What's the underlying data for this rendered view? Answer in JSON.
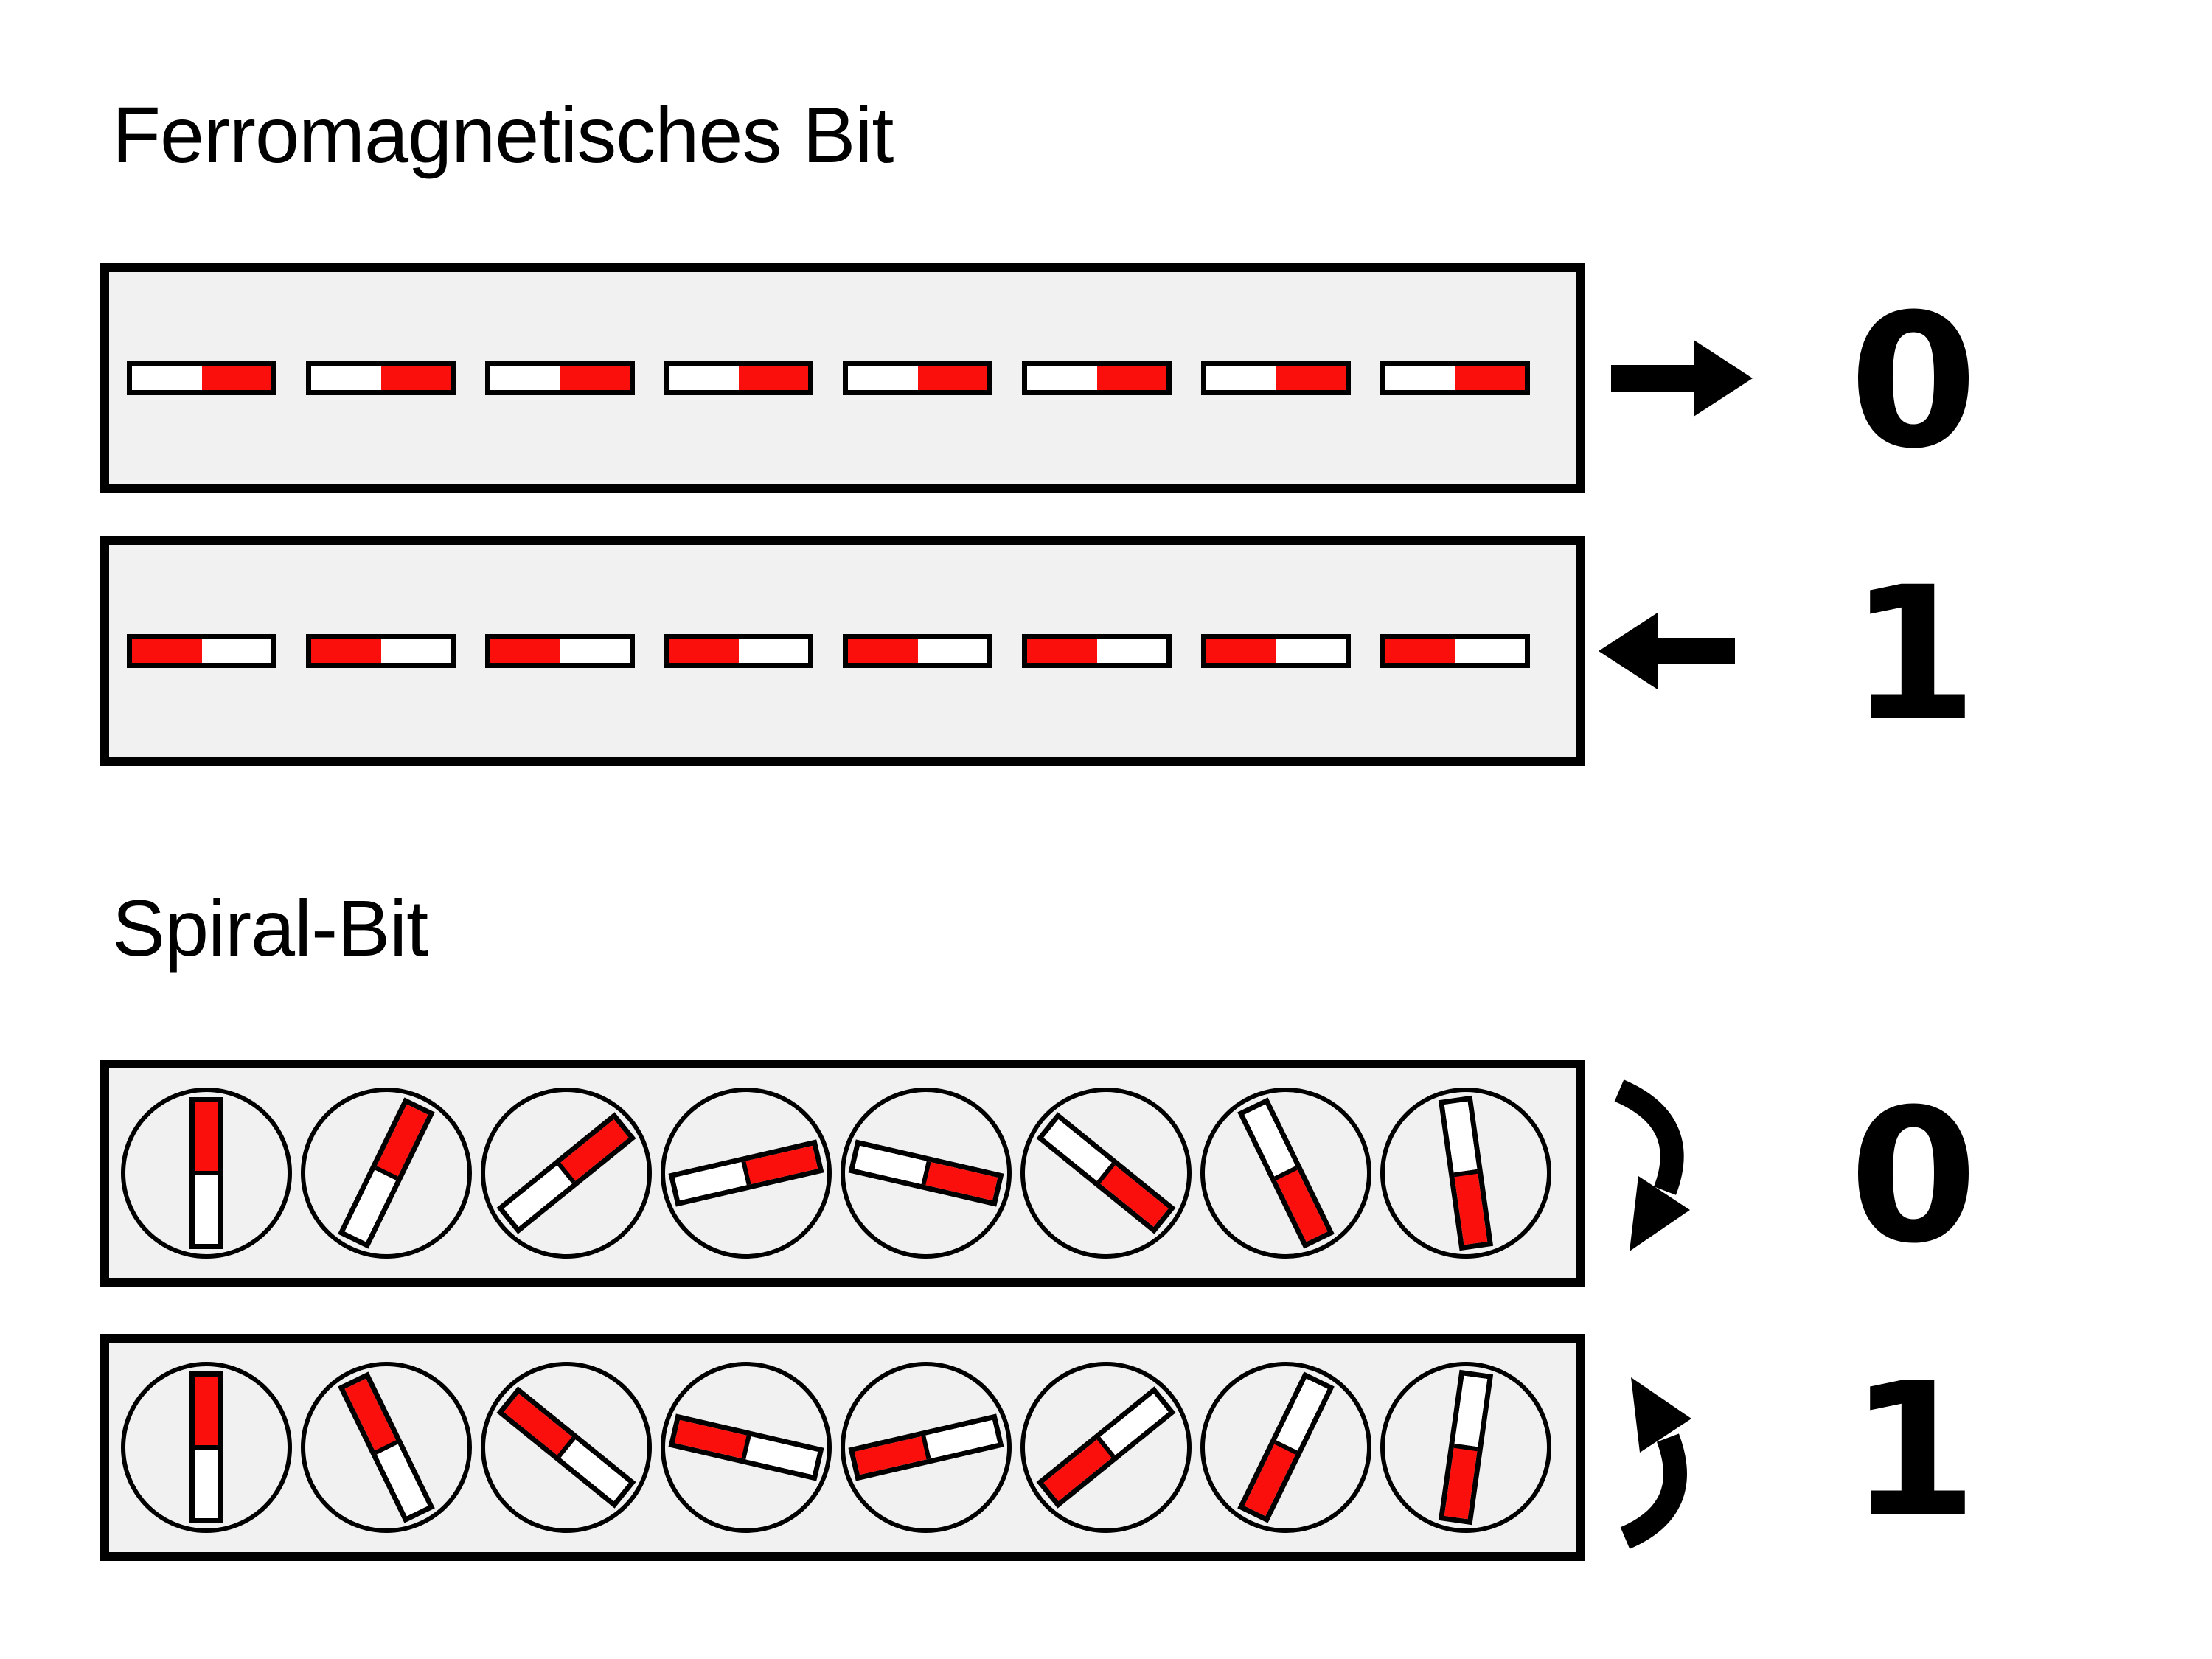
{
  "colors": {
    "magnet_red": "#fa0f0c",
    "box_fill": "#f1f1f1",
    "outline": "#000000"
  },
  "section_ferromagnetic": {
    "title": "Ferromagnetisches Bit",
    "rows": [
      {
        "bit_label": "0",
        "arrow_direction": "right",
        "magnet_count": 8,
        "red_side": "right"
      },
      {
        "bit_label": "1",
        "arrow_direction": "left",
        "magnet_count": 8,
        "red_side": "left"
      }
    ]
  },
  "section_spiral": {
    "title": "Spiral-Bit",
    "rows": [
      {
        "bit_label": "0",
        "rotation_direction": "clockwise",
        "magnet_count": 8,
        "angles_deg": [
          0,
          26,
          51,
          77,
          103,
          129,
          154,
          172
        ]
      },
      {
        "bit_label": "1",
        "rotation_direction": "counterclockwise",
        "magnet_count": 8,
        "angles_deg": [
          0,
          -26,
          -51,
          -77,
          -103,
          -129,
          -154,
          -172
        ]
      }
    ]
  }
}
